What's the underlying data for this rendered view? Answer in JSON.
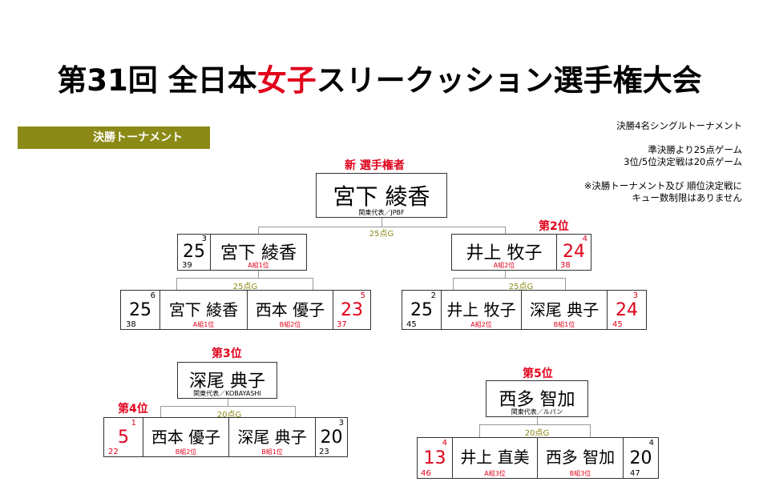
{
  "title": {
    "part1": "第31回 全日本",
    "part_red": "女子",
    "part2": "スリークッション選手権大会"
  },
  "banner": "決勝トーナメント",
  "notes": [
    "決勝4名シングルトーナメント",
    "",
    "準決勝より25点ゲーム",
    "3位/5位決定戦は20点ゲーム",
    "",
    "※決勝トーナメント及び 順位決定戦に",
    "キュー数制限はありません"
  ],
  "champion": {
    "label": "新 選手権者",
    "name": "宮下 綾香",
    "affil": "関東代表／JPBF"
  },
  "final": {
    "game": "25点G",
    "left": {
      "name": "宮下 綾香",
      "group": "A組1位",
      "score": "25",
      "seed": "3",
      "total": "39"
    },
    "right_label": "第2位",
    "right": {
      "name": "井上 牧子",
      "group": "A組2位",
      "score": "24",
      "seed": "4",
      "total": "38"
    }
  },
  "semi1": {
    "game": "25点G",
    "left": {
      "name": "宮下 綾香",
      "group": "A組1位",
      "score": "25",
      "seed": "6",
      "total": "38"
    },
    "right": {
      "name": "西本 優子",
      "group": "B組2位",
      "score": "23",
      "seed": "5",
      "total": "37"
    }
  },
  "semi2": {
    "game": "25点G",
    "left": {
      "name": "井上 牧子",
      "group": "A組2位",
      "score": "25",
      "seed": "2",
      "total": "45"
    },
    "right": {
      "name": "深尾 典子",
      "group": "B組1位",
      "score": "24",
      "seed": "3",
      "total": "45"
    }
  },
  "third": {
    "label": "第3位",
    "winner": {
      "name": "深尾 典子",
      "affil": "関東代表／KOBAYASHI"
    },
    "game": "20点G",
    "fourth_label": "第4位",
    "left": {
      "name": "西本 優子",
      "group": "B組2位",
      "score": "5",
      "seed": "1",
      "total": "22"
    },
    "right": {
      "name": "深尾 典子",
      "group": "B組1位",
      "score": "20",
      "seed": "3",
      "total": "23"
    }
  },
  "fifth": {
    "label": "第5位",
    "winner": {
      "name": "西多 智加",
      "affil": "関東代表／ルパン"
    },
    "game": "20点G",
    "left": {
      "name": "井上 直美",
      "group": "A組3位",
      "score": "13",
      "seed": "4",
      "total": "46"
    },
    "right": {
      "name": "西多 智加",
      "group": "B組3位",
      "score": "20",
      "seed": "4",
      "total": "47"
    }
  }
}
